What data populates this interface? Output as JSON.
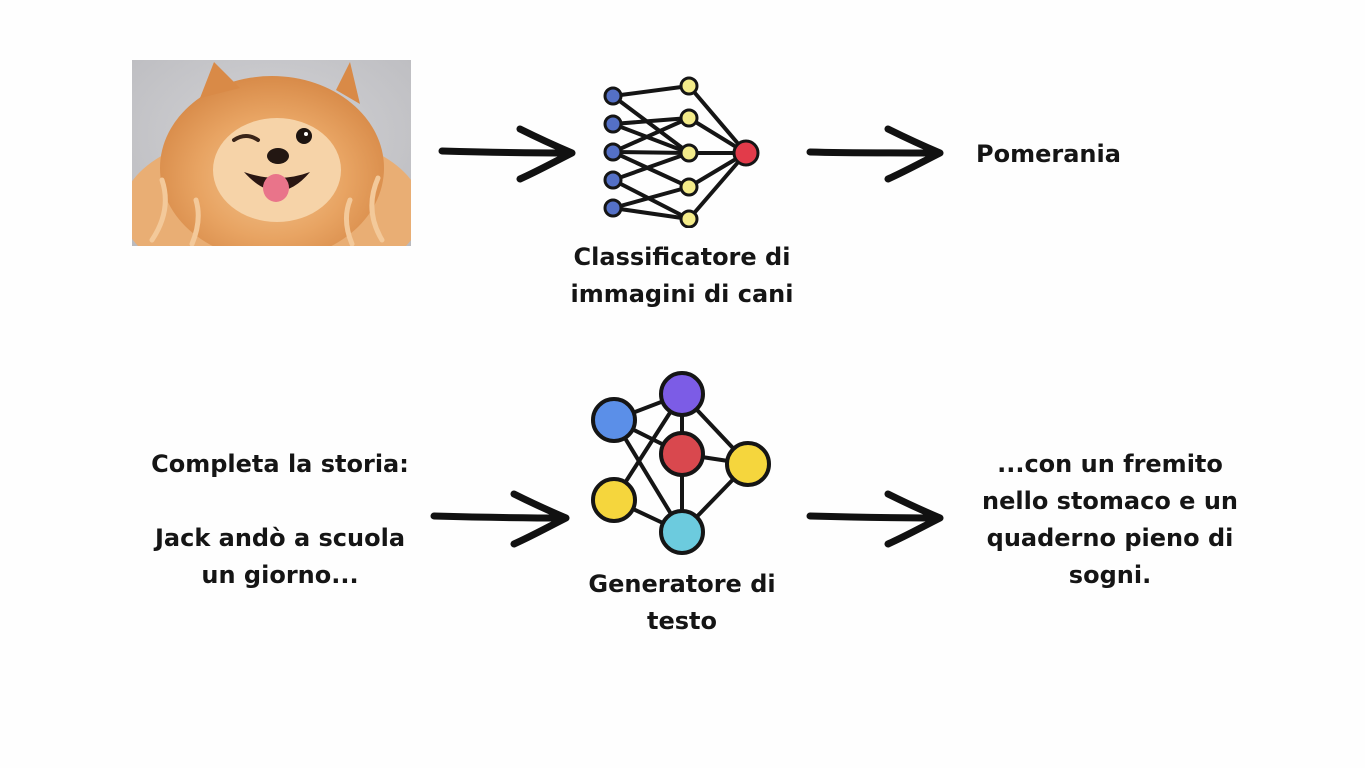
{
  "classifier": {
    "input_image": {
      "subject": "pomeranian-dog-photo"
    },
    "model_label_line1": "Classificatore di",
    "model_label_line2": "immagini di cani",
    "output_text": "Pomerania",
    "colors": {
      "input_node": "#5470c6",
      "hidden_node": "#f4ec8a",
      "output_node": "#e23b4a"
    }
  },
  "generator": {
    "prompt_line1": "Completa la storia:",
    "prompt_line2": "Jack andò a scuola",
    "prompt_line3": "un giorno...",
    "model_label_line1": "Generatore di",
    "model_label_line2": "testo",
    "output_line1": "...con un fremito",
    "output_line2": "nello stomaco e un",
    "output_line3": "quaderno pieno di",
    "output_line4": "sogni.",
    "colors": {
      "blue": "#5b8fe8",
      "purple": "#7c5ce6",
      "red": "#d9484e",
      "yellow": "#f5d63d",
      "cyan": "#6ccbde"
    }
  }
}
